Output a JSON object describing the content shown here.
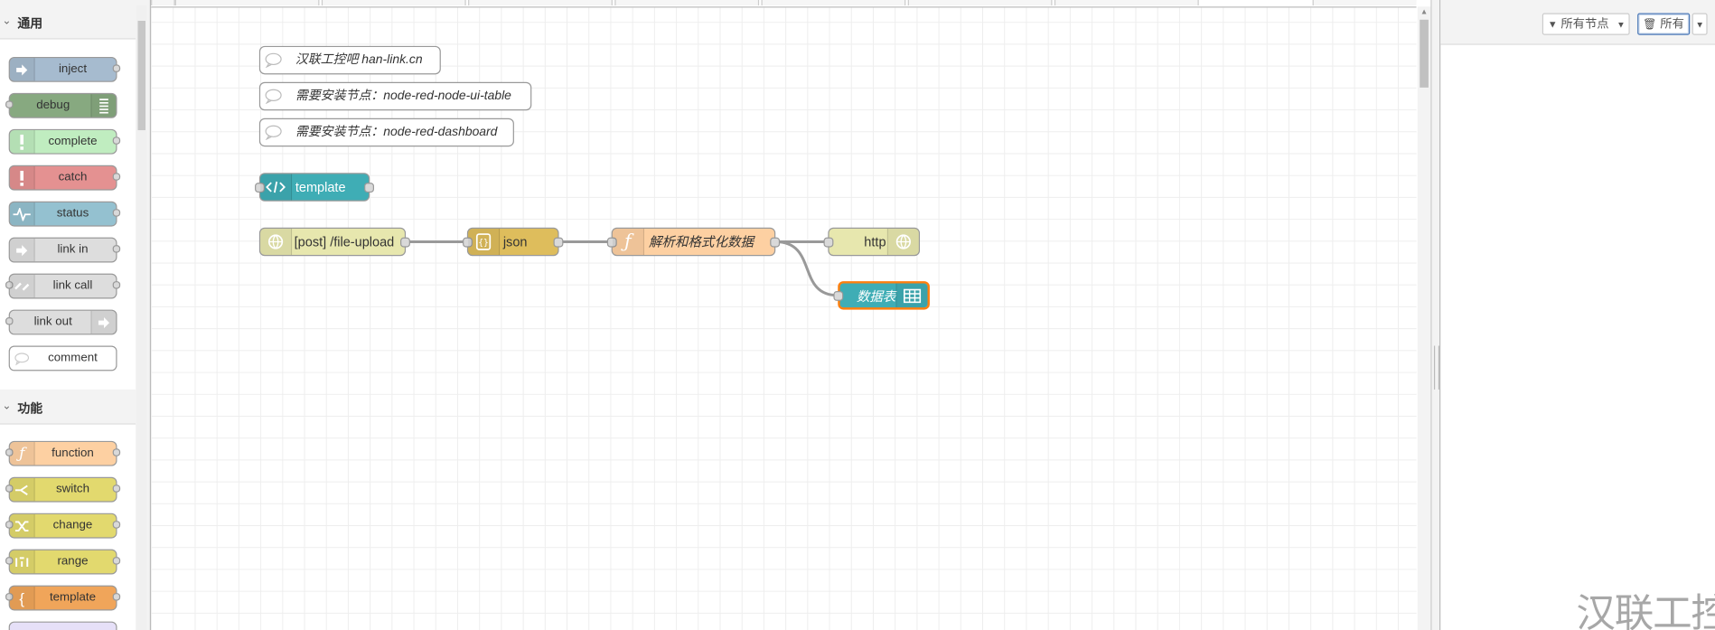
{
  "palette": {
    "categories": [
      {
        "title": "通用",
        "nodes": [
          {
            "label": "inject",
            "color": "#a6bbcf",
            "icon": "arrow-in-icon"
          },
          {
            "label": "debug",
            "color": "#87a980",
            "icon": "list-icon"
          },
          {
            "label": "complete",
            "color": "#c0edc0",
            "icon": "alert-icon"
          },
          {
            "label": "catch",
            "color": "#e49191",
            "icon": "alert-icon"
          },
          {
            "label": "status",
            "color": "#94c1d0",
            "icon": "pulse-icon"
          },
          {
            "label": "link in",
            "color": "#dddddd",
            "icon": "link-in-icon"
          },
          {
            "label": "link call",
            "color": "#dddddd",
            "icon": "link-call-icon"
          },
          {
            "label": "link out",
            "color": "#dddddd",
            "icon": "link-out-icon"
          },
          {
            "label": "comment",
            "color": "#ffffff",
            "icon": "speech-bubble-icon"
          }
        ]
      },
      {
        "title": "功能",
        "nodes": [
          {
            "label": "function",
            "color": "#fdd0a2",
            "icon": "function-icon"
          },
          {
            "label": "switch",
            "color": "#e2d96e",
            "icon": "switch-icon"
          },
          {
            "label": "change",
            "color": "#e2d96e",
            "icon": "shuffle-icon"
          },
          {
            "label": "range",
            "color": "#e2d96e",
            "icon": "range-icon"
          },
          {
            "label": "template",
            "color": "#f0a55a",
            "icon": "brace-icon"
          }
        ]
      }
    ]
  },
  "flow": {
    "comments": [
      {
        "text": "汉联工控吧 han-link.cn"
      },
      {
        "text": "需要安装节点：node-red-node-ui-table"
      },
      {
        "text": "需要安装节点：node-red-dashboard"
      }
    ],
    "nodes": {
      "template": {
        "label": "template",
        "color": "#3fadb5",
        "icon": "code-icon"
      },
      "http_in": {
        "label": "[post] /file-upload",
        "color": "#e7e7ae",
        "icon": "globe-icon"
      },
      "json": {
        "label": "json",
        "color": "#debd5c",
        "icon": "json-icon"
      },
      "parse": {
        "label": "解析和格式化数据",
        "color": "#fdd0a2",
        "icon": "function-icon"
      },
      "http_response": {
        "label": "http",
        "color": "#e7e7ae",
        "icon": "globe-icon"
      },
      "table": {
        "label": "数据表",
        "color": "#3fadb5",
        "icon": "table-icon"
      }
    }
  },
  "sidebar": {
    "filter_label": "所有节点",
    "delete_label": "所有"
  },
  "watermark": "汉联工控吧"
}
